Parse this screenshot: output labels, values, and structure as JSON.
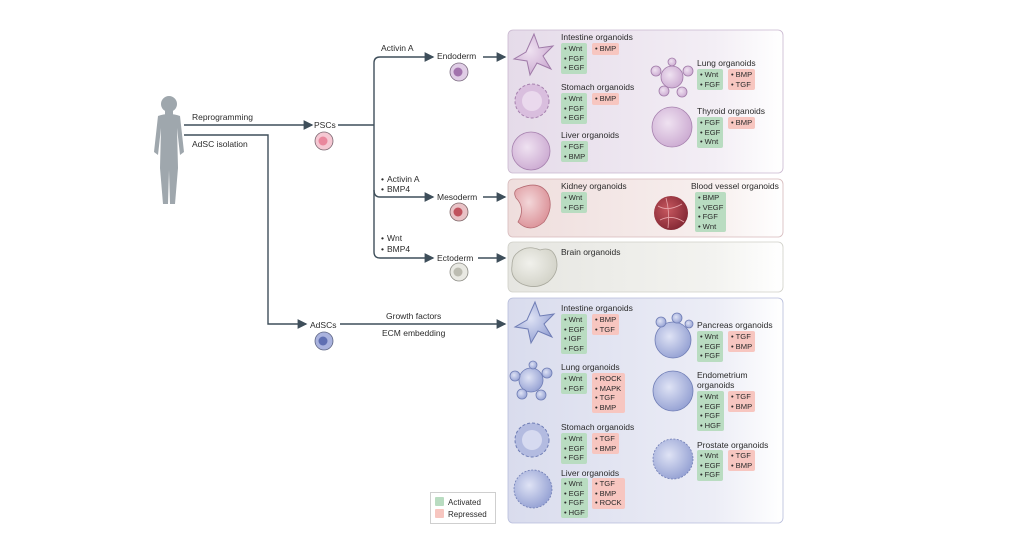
{
  "source_labels": {
    "reprogramming": "Reprogramming",
    "adsc_isolation": "AdSC isolation"
  },
  "cells": {
    "pscs": "PSCs",
    "adscs": "AdSCs",
    "endoderm": "Endoderm",
    "mesoderm": "Mesoderm",
    "ectoderm": "Ectoderm"
  },
  "arrows": {
    "activin_a": "Activin A",
    "meso_factors": [
      "Activin A",
      "BMP4"
    ],
    "ecto_factors": [
      "Wnt",
      "BMP4"
    ],
    "growth_factors": "Growth factors",
    "ecm_embedding": "ECM embedding"
  },
  "endoderm_panel": [
    {
      "title": "Intestine organoids",
      "activated": [
        "Wnt",
        "FGF",
        "EGF"
      ],
      "repressed": [
        "BMP"
      ]
    },
    {
      "title": "Stomach organoids",
      "activated": [
        "Wnt",
        "FGF",
        "EGF"
      ],
      "repressed": [
        "BMP"
      ]
    },
    {
      "title": "Liver organoids",
      "activated": [
        "FGF",
        "BMP"
      ],
      "repressed": []
    },
    {
      "title": "Lung organoids",
      "activated": [
        "Wnt",
        "FGF"
      ],
      "repressed": [
        "BMP",
        "TGF"
      ]
    },
    {
      "title": "Thyroid organoids",
      "activated": [
        "FGF",
        "EGF",
        "Wnt"
      ],
      "repressed": [
        "BMP"
      ]
    }
  ],
  "mesoderm_panel": [
    {
      "title": "Kidney organoids",
      "activated": [
        "Wnt",
        "FGF"
      ],
      "repressed": []
    },
    {
      "title": "Blood vessel organoids",
      "activated": [
        "BMP",
        "VEGF",
        "FGF",
        "Wnt"
      ],
      "repressed": []
    }
  ],
  "ectoderm_panel": [
    {
      "title": "Brain organoids",
      "activated": [],
      "repressed": []
    }
  ],
  "adsc_panel": [
    {
      "title": "Intestine organoids",
      "activated": [
        "Wnt",
        "EGF",
        "IGF",
        "FGF"
      ],
      "repressed": [
        "BMP",
        "TGF"
      ]
    },
    {
      "title": "Lung organoids",
      "activated": [
        "Wnt",
        "FGF"
      ],
      "repressed": [
        "ROCK",
        "MAPK",
        "TGF",
        "BMP"
      ]
    },
    {
      "title": "Stomach organoids",
      "activated": [
        "Wnt",
        "EGF",
        "FGF"
      ],
      "repressed": [
        "TGF",
        "BMP"
      ]
    },
    {
      "title": "Liver organoids",
      "activated": [
        "Wnt",
        "EGF",
        "FGF",
        "HGF"
      ],
      "repressed": [
        "TGF",
        "BMP",
        "ROCK"
      ]
    },
    {
      "title": "Pancreas organoids",
      "activated": [
        "Wnt",
        "EGF",
        "FGF"
      ],
      "repressed": [
        "TGF",
        "BMP"
      ]
    },
    {
      "title": "Endometrium organoids",
      "activated": [
        "Wnt",
        "EGF",
        "FGF",
        "HGF"
      ],
      "repressed": [
        "TGF",
        "BMP"
      ]
    },
    {
      "title": "Prostate organoids",
      "activated": [
        "Wnt",
        "EGF",
        "FGF"
      ],
      "repressed": [
        "TGF",
        "BMP"
      ]
    }
  ],
  "legend": {
    "activated": "Activated",
    "repressed": "Repressed"
  },
  "colors": {
    "activated": "#b9dcc1",
    "repressed": "#f7c6c0",
    "endoderm": "#b98ac0",
    "mesoderm": "#c4646e",
    "ectoderm": "#cfcfc6",
    "adsc": "#6f7fbf",
    "psc": "#ea9aac",
    "human": "#9fa7ad"
  }
}
